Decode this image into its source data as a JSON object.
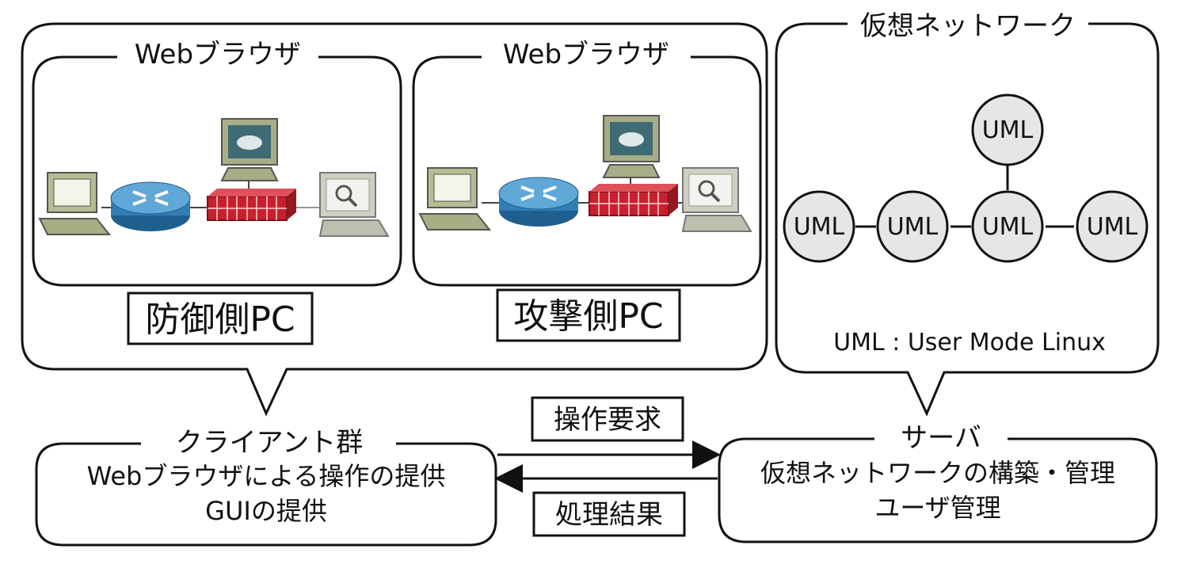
{
  "client_group": {
    "title": "クライアント群",
    "lines": [
      "Webブラウザによる操作の提供",
      "GUIの提供"
    ]
  },
  "browsers": [
    {
      "title": "Webブラウザ",
      "pc_label": "防御側PC"
    },
    {
      "title": "Webブラウザ",
      "pc_label": "攻撃側PC"
    }
  ],
  "virtual_network": {
    "title": "仮想ネットワーク",
    "node_label": "UML",
    "legend": "UML : User Mode Linux"
  },
  "server": {
    "title": "サーバ",
    "lines": [
      "仮想ネットワークの構築・管理",
      "ユーザ管理"
    ]
  },
  "arrows": {
    "request_label": "操作要求",
    "result_label": "処理結果"
  },
  "colors": {
    "router": "#2f7fb6",
    "firewall": "#c8202e",
    "pc_body": "#a9ad86",
    "uml_fill": "#e6e6e6"
  }
}
